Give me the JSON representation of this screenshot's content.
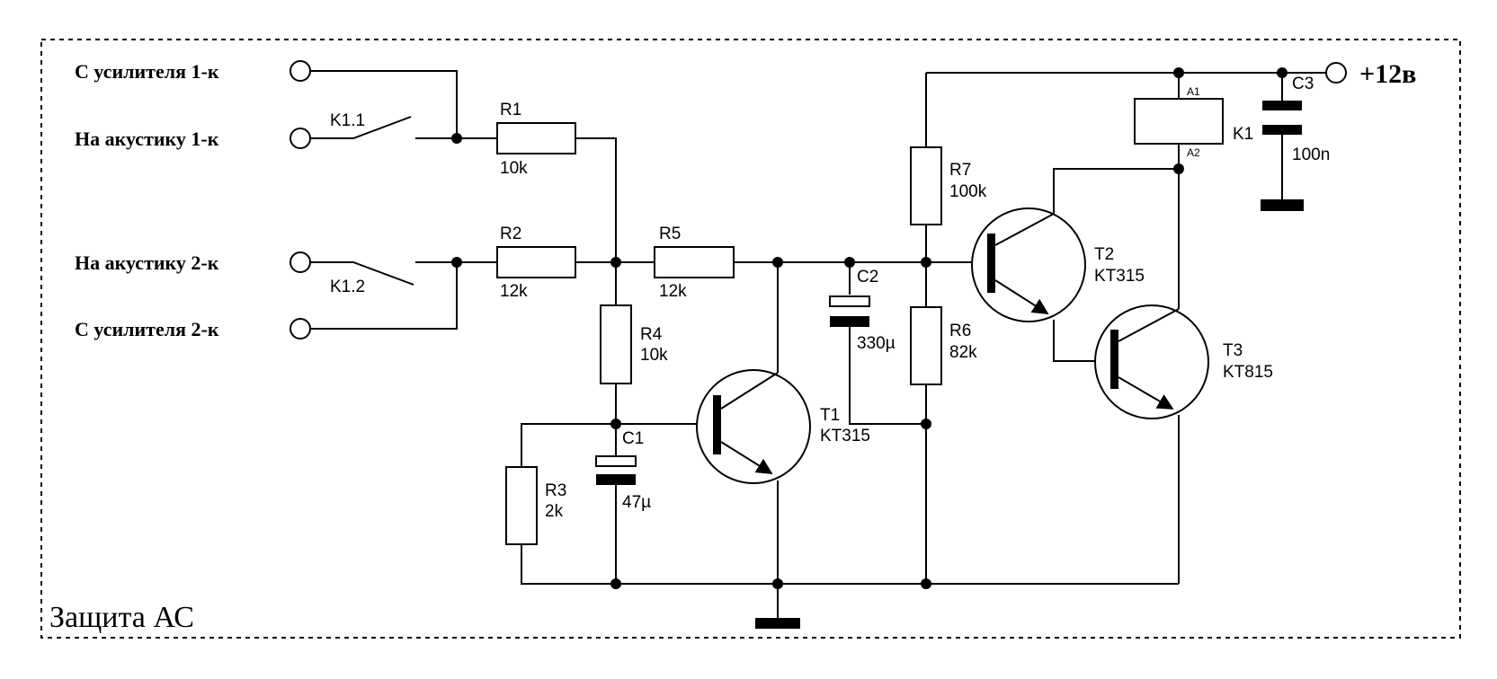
{
  "title": "Защита АС",
  "terminals": {
    "in1": "С усилителя 1-к",
    "out1": "На акустику 1-к",
    "out2": "На акустику 2-к",
    "in2": "С усилителя 2-к",
    "power": "+12в"
  },
  "resistors": [
    {
      "ref": "R1",
      "value": "10k"
    },
    {
      "ref": "R2",
      "value": "12k"
    },
    {
      "ref": "R3",
      "value": "2k"
    },
    {
      "ref": "R4",
      "value": "10k"
    },
    {
      "ref": "R5",
      "value": "12k"
    },
    {
      "ref": "R6",
      "value": "82k"
    },
    {
      "ref": "R7",
      "value": "100k"
    }
  ],
  "capacitors": [
    {
      "ref": "C1",
      "value": "47µ"
    },
    {
      "ref": "C2",
      "value": "330µ"
    },
    {
      "ref": "C3",
      "value": "100n"
    }
  ],
  "transistors": [
    {
      "ref": "T1",
      "type": "KT315"
    },
    {
      "ref": "T2",
      "type": "KT315"
    },
    {
      "ref": "T3",
      "type": "KT815"
    }
  ],
  "relay": {
    "ref": "K1",
    "pin_a1": "A1",
    "pin_a2": "A2"
  },
  "contacts": [
    {
      "ref": "K1.1"
    },
    {
      "ref": "K1.2"
    }
  ]
}
